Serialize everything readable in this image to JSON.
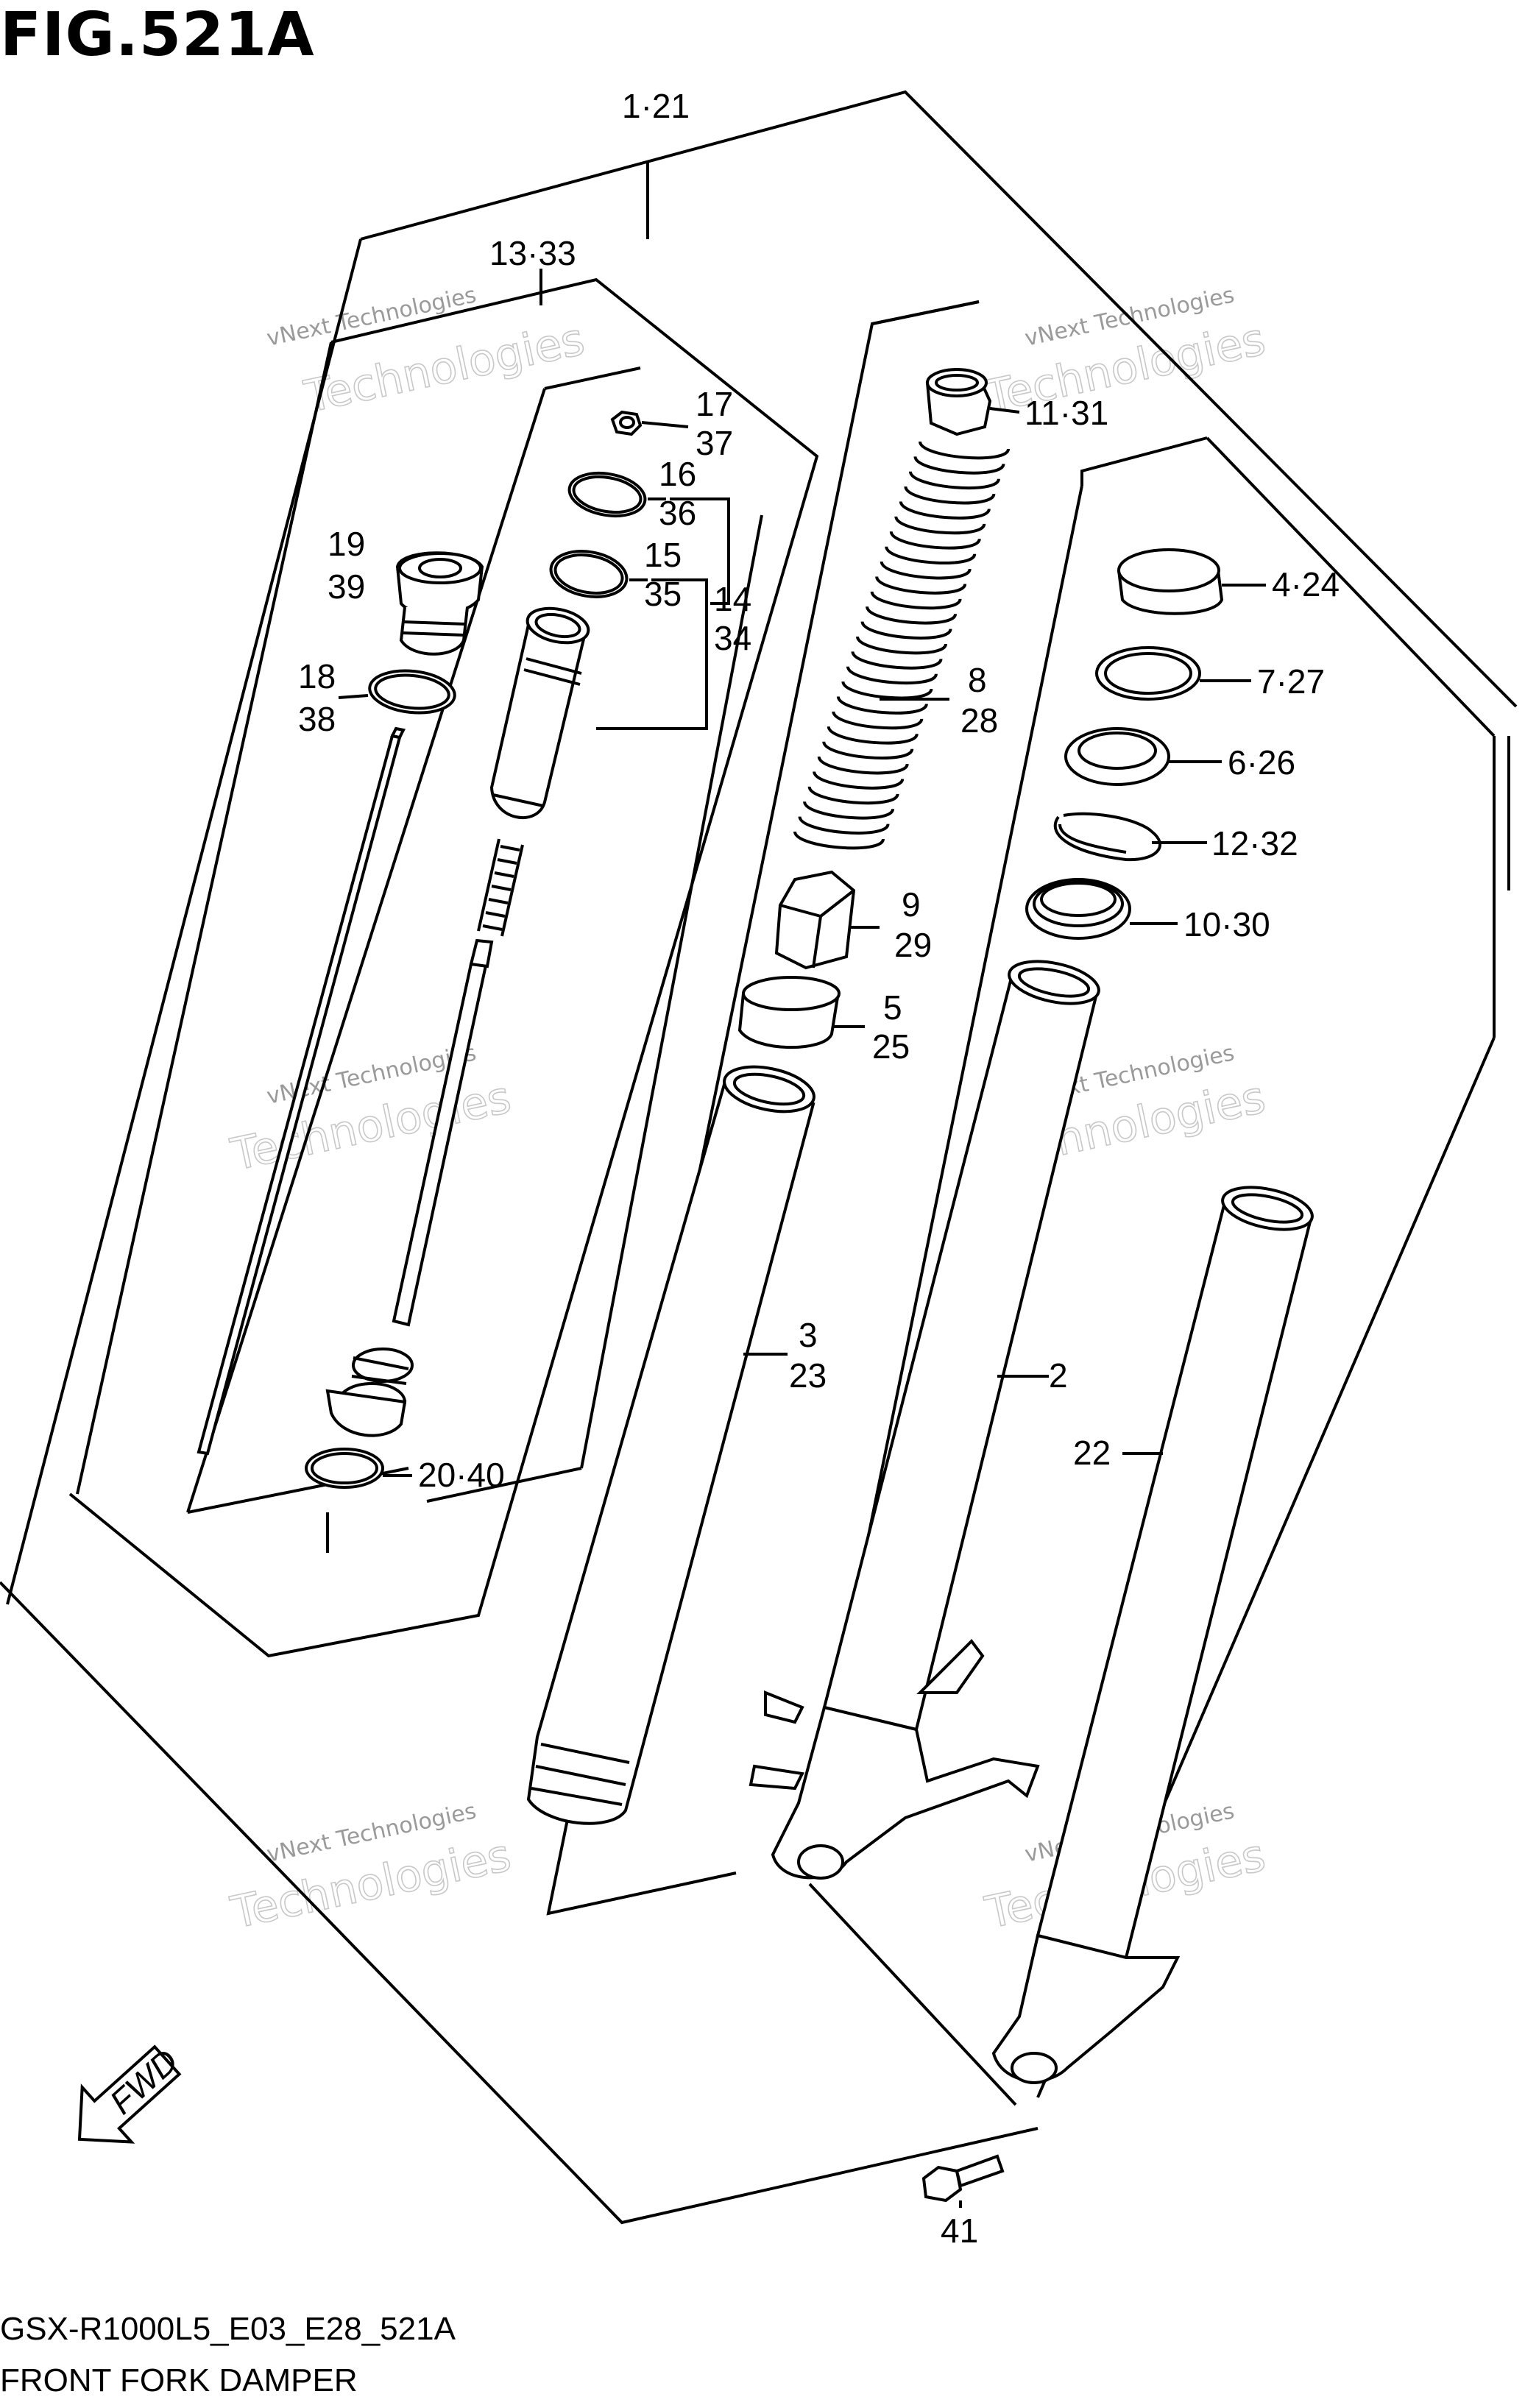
{
  "figure": {
    "title": "FIG.521A"
  },
  "footer": {
    "model_code": "GSX-R1000L5_E03_E28_521A",
    "caption": "FRONT FORK DAMPER"
  },
  "callouts": {
    "c1_21": "1·21",
    "c13_33": "13·33",
    "c17": "17",
    "c37": "37",
    "c16": "16",
    "c36": "36",
    "c15": "15",
    "c35": "35",
    "c14": "14",
    "c34": "34",
    "c19": "19",
    "c39": "39",
    "c18": "18",
    "c38": "38",
    "c20_40": "20·40",
    "c11_31": "11·31",
    "c8": "8",
    "c28": "28",
    "c9": "9",
    "c29": "29",
    "c5": "5",
    "c25": "25",
    "c3": "3",
    "c23": "23",
    "c2": "2",
    "c22": "22",
    "c4_24": "4·24",
    "c7_27": "7·27",
    "c6_26": "6·26",
    "c12_32": "12·32",
    "c10_30": "10·30",
    "c41": "41"
  },
  "fwd_label": "FWD",
  "watermark": {
    "line1": "vNext Technologies",
    "line2": "vNext",
    "line3": "Technologies"
  }
}
